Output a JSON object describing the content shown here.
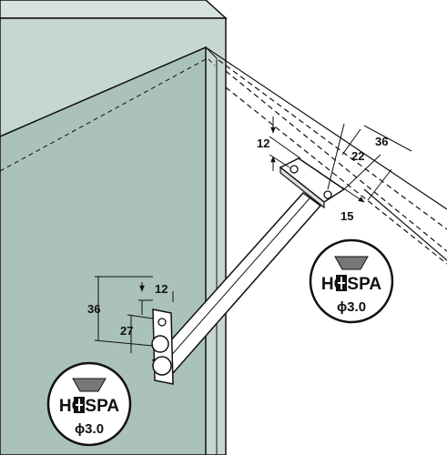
{
  "figure": {
    "dimensions": {
      "top_height": "12",
      "top_width": "36",
      "top_hole_spacing": "22",
      "top_offset": "15",
      "bottom_width": "12",
      "bottom_height": "36",
      "bottom_hole_spacing": "27"
    },
    "badges": [
      {
        "brand": "HOSPA",
        "size": "ϕ3.0"
      },
      {
        "brand": "HOSPA",
        "size": "ϕ3.0"
      }
    ],
    "colors": {
      "cabinet_side": "#c6d6d2",
      "cabinet_top": "#d5e2de",
      "cabinet_inner": "#aac1bc",
      "outline": "#111111"
    },
    "icons": [
      "screw-head-icon",
      "phillips-cross-icon"
    ]
  }
}
